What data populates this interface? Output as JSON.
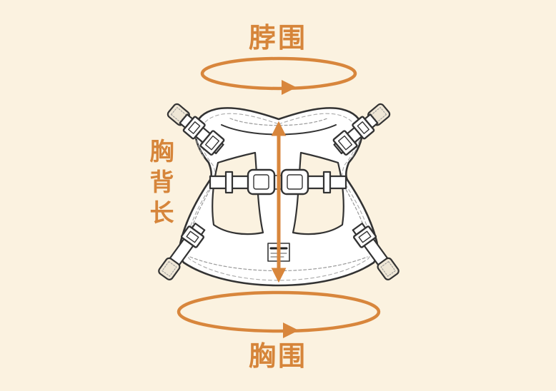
{
  "diagram": {
    "background_color": "#fbf2e0",
    "accent_color": "#d8863c",
    "outline_color": "#333333",
    "subject": "pet-harness-measurement-guide"
  },
  "labels": {
    "neck_girth": "脖围",
    "back_length": "胸背长",
    "chest_girth": "胸围"
  }
}
